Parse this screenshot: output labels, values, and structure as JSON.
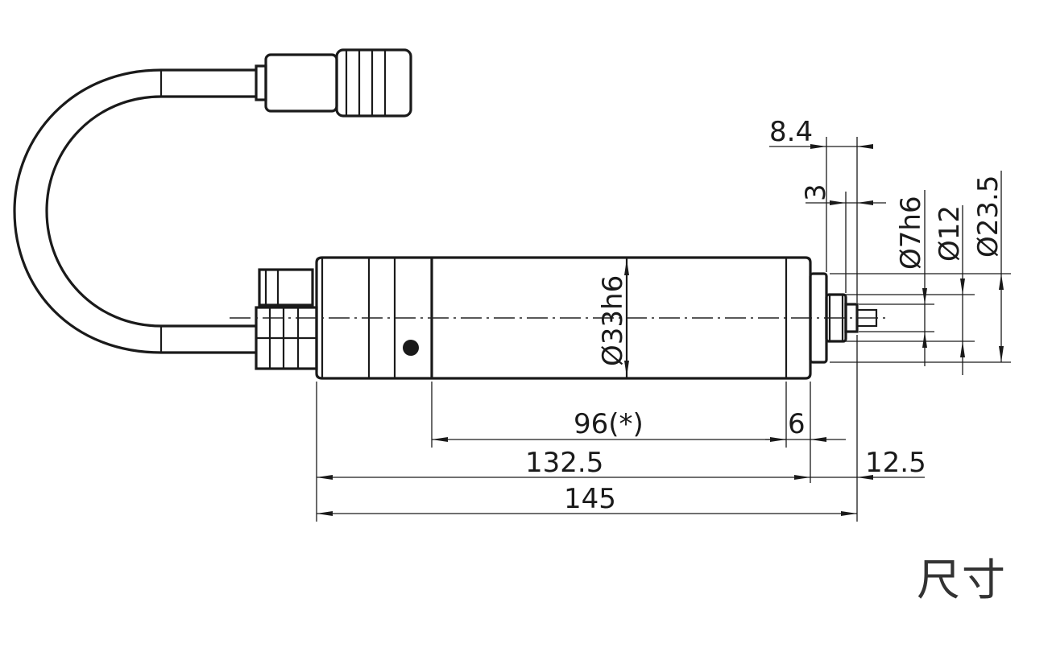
{
  "drawing": {
    "dimensions": {
      "d_8_4": "8.4",
      "d_3": "3",
      "d_phi7h6": "Ø7h6",
      "d_phi12": "Ø12",
      "d_phi23_5": "Ø23.5",
      "d_phi33h6": "Ø33h6",
      "d_96": "96(*)",
      "d_6": "6",
      "d_132_5": "132.5",
      "d_12_5": "12.5",
      "d_145": "145"
    }
  },
  "caption": "尺寸"
}
